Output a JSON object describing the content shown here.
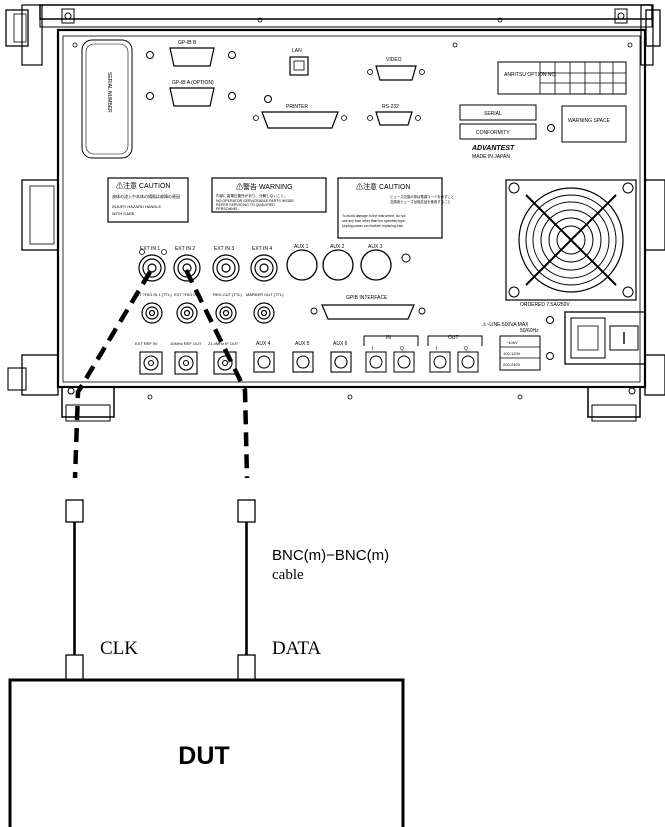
{
  "panel": {
    "connectors_top": {
      "gpib_b": "GP-IB B",
      "gpib_a": "GP-IB A (OPTION)",
      "lan": "LAN",
      "video": "VIDEO",
      "printer": "PRINTER",
      "rs232": "RS-232"
    },
    "vertical_label": "SERIAL NUMBER",
    "right_block": {
      "grid_label": "ANRITSU OPTION NO.",
      "serial": "SERIAL",
      "conformity": "CONFORMITY",
      "warning_space": "WARNING SPACE",
      "brand": "ADVANTEST",
      "made_in": "MADE IN JAPAN"
    },
    "caution_left": {
      "title": "⚠注意 CAUTION",
      "line1": "液体の浸入や本体の損傷は故障の原因",
      "line2": "INJURY HAZARD HANDLE",
      "line3": "WITH CARE"
    },
    "warning_mid": {
      "title": "⚠警告 WARNING",
      "line1": "内部に高電圧箇所があり、分解しないこと。",
      "line2": "NO OPERATOR SERVICEABLE PARTS INSIDE.",
      "line3": "REFER SERVICING TO QUALIFIED",
      "line4": "PERSONNEL."
    },
    "caution_right": {
      "title": "⚠注意 CAUTION",
      "line1": "ヒューズ交換の際は電源コードを外すこと",
      "line2": "交換用ヒューズは指定品を使用すること",
      "line3": "To avoid damage to the instrument, do not",
      "line4": "use any fuse other than the specified type.",
      "line5": "Unplug power cord before replacing fuse."
    },
    "ext_row1": [
      "EXT IN 1",
      "EXT IN 2",
      "EXT IN 3",
      "EXT IN 4",
      "AUX 1",
      "AUX 2",
      "AUX 3"
    ],
    "ext_row2": [
      "EXT TRIG IN 1 (TTL)",
      "EXT TRIG IN 2",
      "TRIG OUT (TTL)",
      "MARKER OUT (TTL)"
    ],
    "gpib_interface": "GPIB INTERFACE",
    "row3": [
      "EXT REF IN",
      "10MHz REF OUT",
      "21.4MHz IF OUT",
      "AUX 4",
      "AUX 5",
      "AUX 6"
    ],
    "iq_in": "IN",
    "iq_out": "OUT",
    "i_label": "I",
    "q_label": "Q",
    "fuse": "ORDERED 7.5A/250V",
    "line_rating": "⚠~LINE 500VA MAX",
    "line_rating2": "50/60Hz",
    "voltage_box": [
      "~100V",
      "100-120V",
      "200-240V"
    ]
  },
  "cable_label": {
    "line1": "BNC(m)−BNC(m)",
    "line2": "cable"
  },
  "dut": {
    "label": "DUT",
    "clk": "CLK",
    "data": "DATA"
  }
}
